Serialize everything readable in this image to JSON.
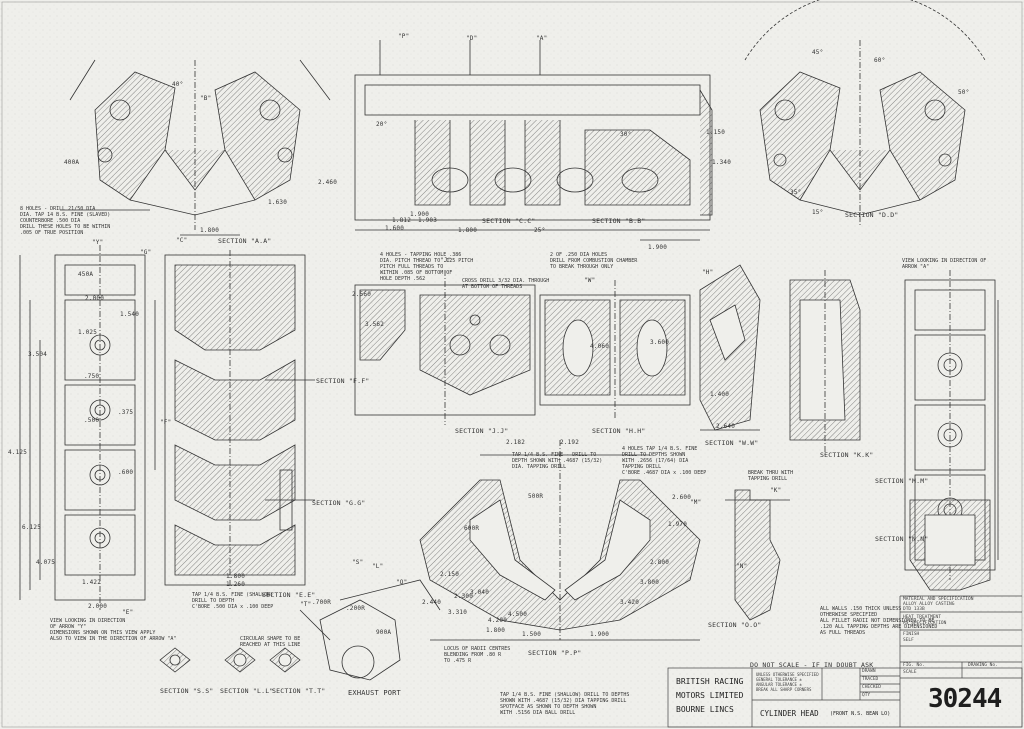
{
  "sections": {
    "aa": "SECTION \"A.A\"",
    "cc": "SECTION \"C.C\"",
    "bb": "SECTION \"B.B\"",
    "dd": "SECTION \"D.D\"",
    "ff": "SECTION \"F.F\"",
    "gg": "SECTION \"G.G\"",
    "ee": "SECTION \"E.E\"",
    "jj": "SECTION \"J.J\"",
    "hh": "SECTION \"H.H\"",
    "ww": "SECTION \"W.W\"",
    "kk": "SECTION \"K.K\"",
    "mm": "SECTION \"M.M\"",
    "nn": "SECTION \"N.N\"",
    "oo": "SECTION \"O.O\"",
    "pp": "SECTION \"P.P\"",
    "ss": "SECTION \"S.S\"",
    "ll": "SECTION \"L.L\"",
    "tt": "SECTION \"T.T\"",
    "exhaust": "EXHAUST PORT"
  },
  "views": {
    "arrow_y": "VIEW LOOKING IN DIRECTION\nOF ARROW \"Y\"\nDIMENSIONS SHOWN ON THIS VIEW APPLY\nALSO TO VIEW IN THE DIRECTION OF ARROW \"A\"",
    "arrow_a": "VIEW LOOKING IN DIRECTION OF\nARROW \"A\""
  },
  "notes": {
    "holes_drill": "8 HOLES - DRILL 21/50 DIA\nDIA. TAP 14 B.S. FINE (SLAVED)\nCOUNTERBORE .500 DIA\nDRILL THESE HOLES TO BE WITHIN\n.005 OF TRUE POSITION",
    "tapping_hole": "4 HOLES - TAPPING HOLE .386\nDIA. PITCH THREAD TO .125 PITCH\nPITCH FULL THREADS TO\nWITHIN .085 OF BOTTOM OF\nHOLE DEPTH .562",
    "cross_drill": "CROSS DRILL 3/32 DIA. THROUGH\nAT BOTTOM OF THREADS",
    "combustion": "2 OF .250 DIA HOLES\nDRILL FROM COMBUSTION CHAMBER\nTO BREAK THROUGH ONLY",
    "tap_bsf": "4 HOLES TAP 1/4 B.S. FINE\nDRILL TO DEPTHS SHOWN\nWITH .2656 (17/64) DIA\nTAPPING DRILL\nC'BORE .4687 DIA x .100 DEEP",
    "tap_14": "TAP 1/4 B.S. FINE - DRILL TO\nDEPTH SHOWN WITH .4687 (15/32)\nDIA. TAPPING DRILL",
    "tap_bottom": "TAP 1/4 B.S. FINE (SHALLOW)\nDRILL TO DEPTH\nC'BORE .500 DIA x .100 DEEP",
    "tap_pp": "TAP 1/4 B.S. FINE (SHALLOW) DRILL TO DEPTHS\nSHOWN WITH .4687 (15/32) DIA TAPPING DRILL\nSPOTFACE AS SHOWN TO DEPTH SHOWN\nWITH .5156 DIA BALL DRILL",
    "break_thru": "BREAK THRU WITH\nTAPPING DRILL",
    "circular": "CIRCULAR SHAPE TO BE\nREACHED AT THIS LINE",
    "radii": "LOCUS OF RADII CENTRES\nBLENDING FROM .80 R\nTO .475 R",
    "walls": "ALL WALLS .150 THICK UNLESS\nOTHERWISE SPECIFIED\nALL FILLET RADII NOT DIMENSIONED TO BE\n.120 ALL TAPPING DEPTHS ARE DIMENSIONED\nAS FULL THREADS",
    "do_not_scale": "DO NOT SCALE - IF IN DOUBT ASK"
  },
  "dimensions": [
    "2.000",
    "1.800",
    "1.600",
    "1.900",
    "1.900",
    "1.812",
    "1.903",
    "2.182",
    "2.192",
    "1.500",
    "2.150",
    "1.800",
    "1.900",
    "2.000",
    "2.600",
    "1.970",
    "1.025",
    "1.630",
    "2.460",
    "3.562",
    "3.504",
    "4.125",
    "6.125",
    "4.075",
    "1.422",
    "1.400",
    "1.800",
    "2.440",
    "3.310",
    "2.640",
    "3.040",
    "3.420",
    "3.800",
    "4.200",
    "4.500",
    "2.800",
    ".750",
    ".375",
    ".500",
    ".600",
    "450A",
    "400A",
    "40°",
    "45°",
    "60°",
    "50°",
    "20°",
    "25°",
    "30°",
    "35°",
    "15°",
    "1.340",
    "1.150",
    "600R",
    "500R",
    ".700R",
    ".200R",
    "900A",
    "2.300",
    "1.260",
    "1.800",
    "2.560",
    "3.600",
    "4.060",
    "1.540"
  ],
  "markers": [
    "\"P\"",
    "\"D\"",
    "\"A\"",
    "\"B\"",
    "\"C\"",
    "\"G\"",
    "\"E\"",
    "\"F\"",
    "\"H\"",
    "\"J\"",
    "\"K\"",
    "\"M\"",
    "\"N\"",
    "\"W\"",
    "\"Y\"",
    "\"O\"",
    "\"S\"",
    "\"L\"",
    "\"T\""
  ],
  "title_block": {
    "company_1": "BRITISH RACING",
    "company_2": "MOTORS LIMITED",
    "company_3": "BOURNE  LINCS",
    "part": "CYLINDER HEAD",
    "part_sub": "(FRONT N.S. BEAN LO)",
    "tolerance_note": "UNLESS OTHERWISE SPECIFIED\nGENERAL TOLERANCE ±\nANGULAR TOLERANCE ±\nBREAK ALL SHARP CORNERS",
    "material_label": "MATERIAL AND SPECIFICATION",
    "material": "ALLOY ALLOY CASTING",
    "spec": "DTD 133B",
    "heat_label": "HEAT TREATMENT",
    "heat": "AS SPECIFICATION",
    "finish_label": "FINISH",
    "finish": "SELF",
    "fig_label": "FIG. No.",
    "scale_label": "SCALE",
    "drawing_no_label": "DRAWING No.",
    "drawing_no": "30244",
    "drawn_label": "DRAWN",
    "traced_label": "TRACED",
    "checked_label": "CHECKED",
    "qty_label": "QTY"
  }
}
